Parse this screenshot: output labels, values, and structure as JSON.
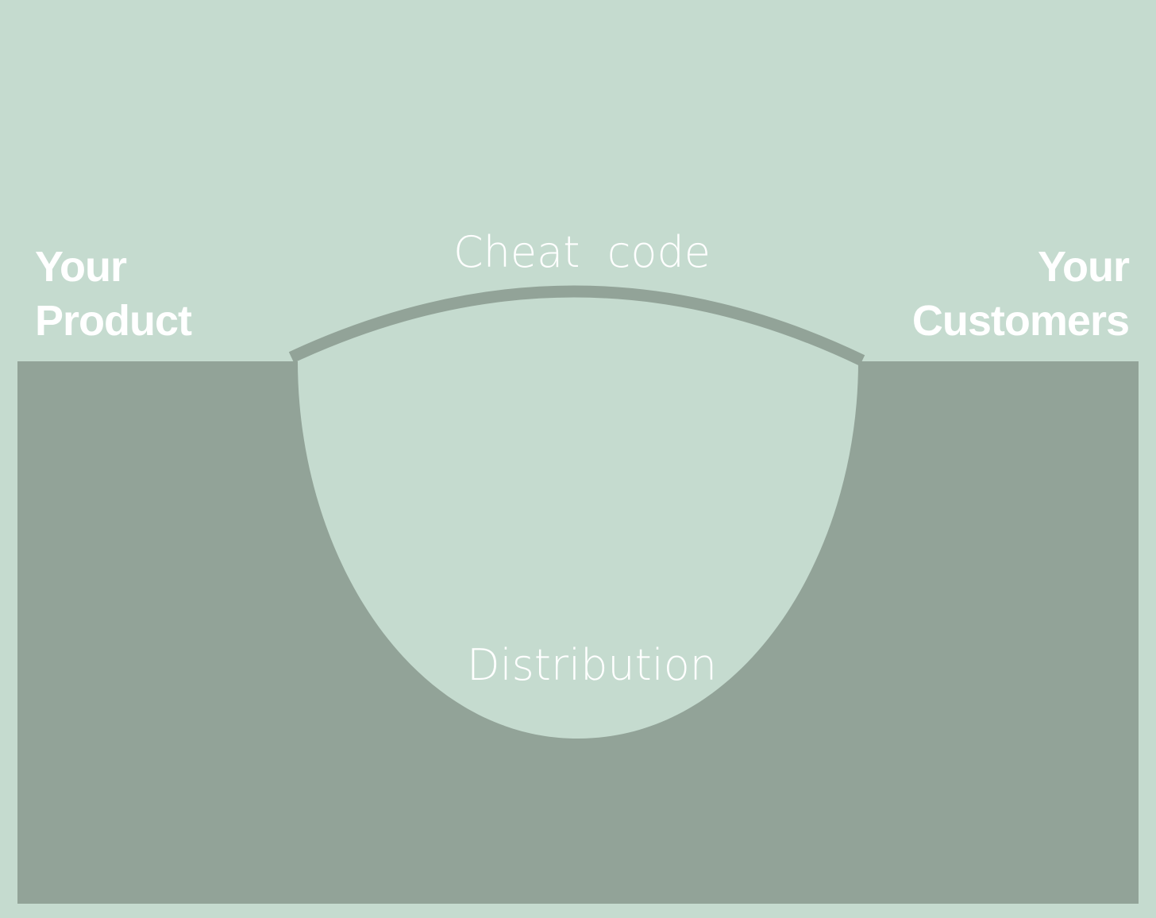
{
  "colors": {
    "background": "#c5dbcf",
    "ground": "#92a398",
    "text": "#ffffff"
  },
  "left_side": {
    "line1": "Your",
    "line2": "Product"
  },
  "right_side": {
    "line1": "Your",
    "line2": "Customers"
  },
  "bridge": {
    "label": "Cheat  code"
  },
  "pit": {
    "label": "Distribution"
  }
}
